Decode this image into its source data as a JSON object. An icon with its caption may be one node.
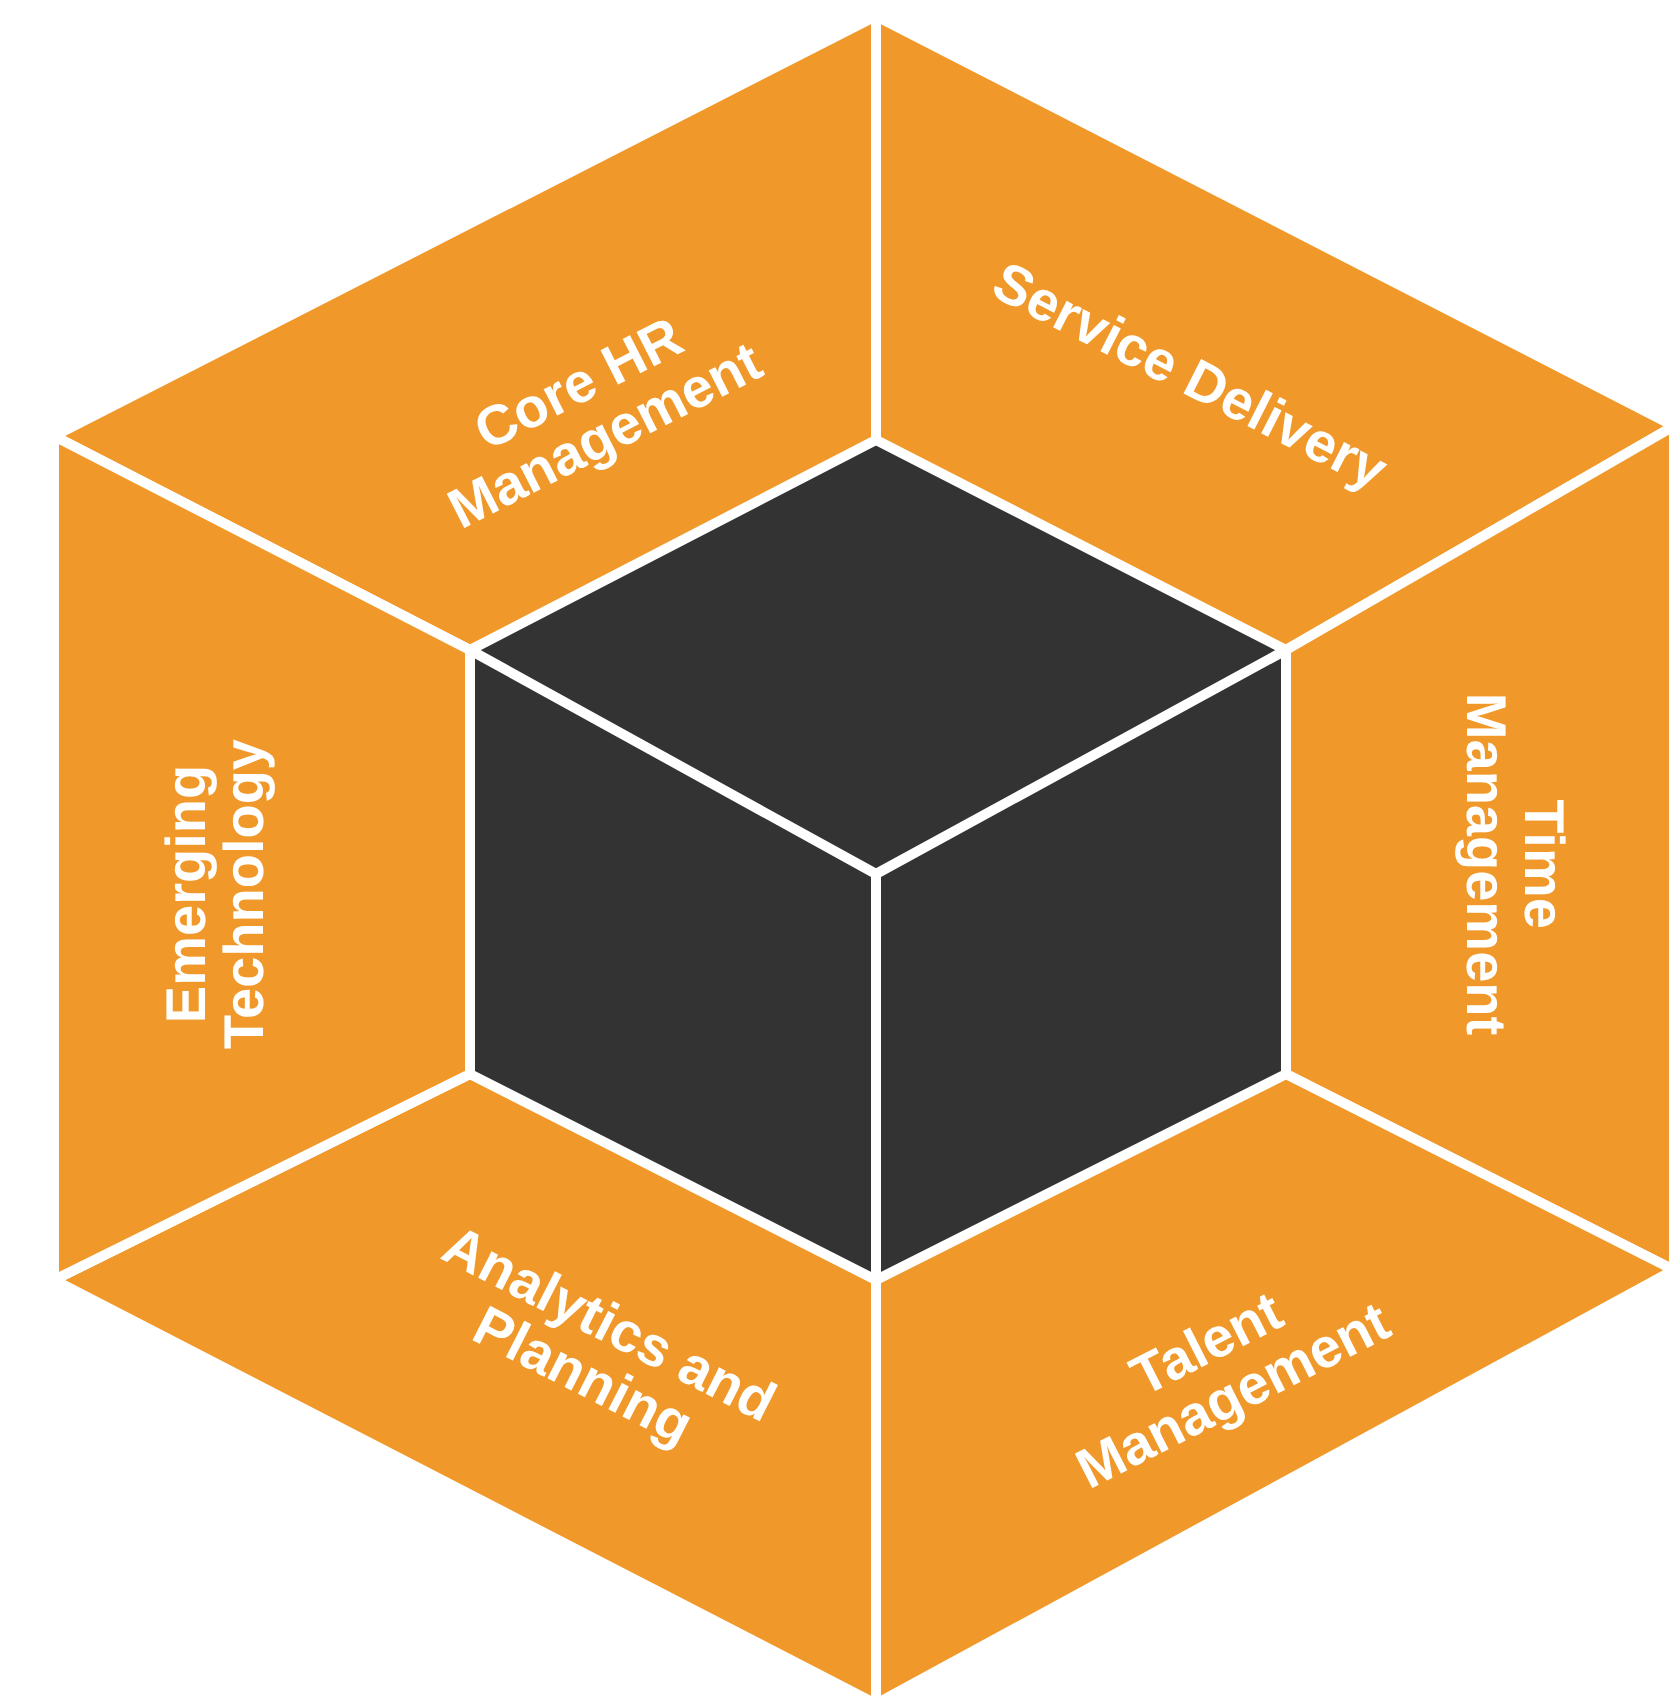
{
  "diagram": {
    "nodes": [
      {
        "text": [
          "Core HR Management"
        ]
      },
      {
        "text": [
          "Service Delivery"
        ]
      },
      {
        "text": [
          "Time Management"
        ]
      },
      {
        "text": [
          "Talent Management"
        ]
      },
      {
        "text": [
          "Analytics and Planning"
        ]
      },
      {
        "text": [
          "Emerging Technology"
        ]
      }
    ]
  }
}
